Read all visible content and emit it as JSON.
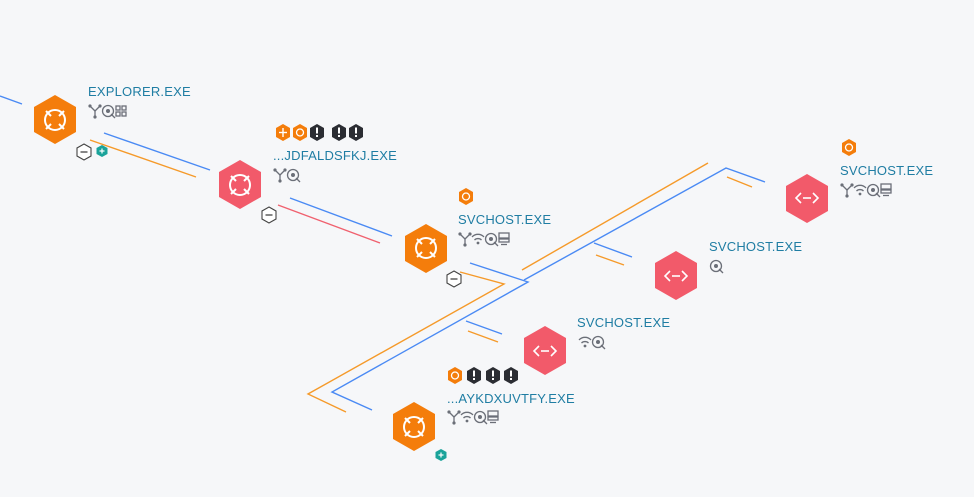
{
  "nodes": [
    {
      "id": "explorer",
      "label": "EXPLORER.EXE",
      "kind": "process",
      "color": "#f47d0b",
      "icons": [
        "fork-icon",
        "target-icon",
        "grid-icon"
      ],
      "badges": [],
      "controls": [
        "collapse-control",
        "expand-control"
      ]
    },
    {
      "id": "jdfal",
      "label": "...JDFALDSFKJ.EXE",
      "kind": "process",
      "color": "#f25a6a",
      "icons": [
        "fork-icon",
        "target-icon"
      ],
      "badges": [
        "network-badge",
        "shield-badge",
        "alert-badge",
        "alert-badge",
        "alert-badge"
      ],
      "controls": [
        "collapse-control"
      ]
    },
    {
      "id": "svchost1",
      "label": "SVCHOST.EXE",
      "kind": "process",
      "color": "#f47d0b",
      "icons": [
        "fork-icon",
        "wifi-icon",
        "target-icon",
        "server-icon"
      ],
      "badges": [
        "shield-badge"
      ],
      "controls": [
        "collapse-control"
      ]
    },
    {
      "id": "svchost2",
      "label": "SVCHOST.EXE",
      "kind": "service",
      "color": "#f25a6a",
      "icons": [
        "fork-icon",
        "wifi-icon",
        "target-icon",
        "server-icon"
      ],
      "badges": [
        "shield-badge"
      ],
      "controls": []
    },
    {
      "id": "svchost3",
      "label": "SVCHOST.EXE",
      "kind": "service",
      "color": "#f25a6a",
      "icons": [
        "target-icon"
      ],
      "badges": [],
      "controls": []
    },
    {
      "id": "svchost4",
      "label": "SVCHOST.EXE",
      "kind": "service",
      "color": "#f25a6a",
      "icons": [
        "wifi-icon",
        "target-icon"
      ],
      "badges": [],
      "controls": []
    },
    {
      "id": "aykdx",
      "label": "...AYKDXUVTFY.EXE",
      "kind": "process",
      "color": "#f47d0b",
      "icons": [
        "fork-icon",
        "wifi-icon",
        "target-icon",
        "server-icon"
      ],
      "badges": [
        "shield-badge",
        "alert-badge",
        "alert-badge",
        "alert-badge"
      ],
      "controls": [
        "expand-control"
      ]
    }
  ],
  "colors": {
    "orange": "#f47d0b",
    "red": "#f25a6a",
    "blue": "#4a8af4",
    "line_orange": "#f59a2a",
    "line_red": "#f0616f",
    "label": "#1f7da3",
    "icon_gray": "#6b6f78",
    "dark_badge": "#2b2d33",
    "teal": "#1aa39a"
  }
}
